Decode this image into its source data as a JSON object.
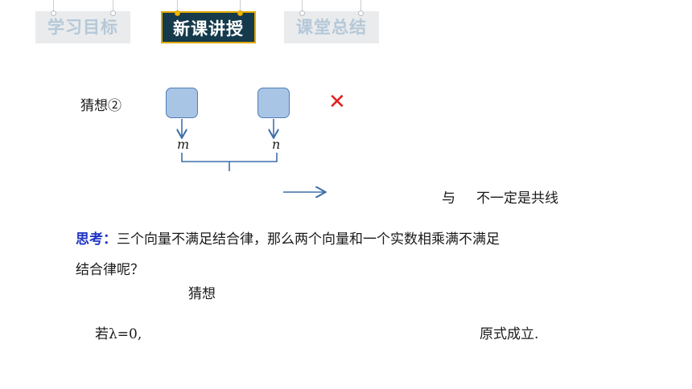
{
  "tabs": [
    {
      "label": "学习目标",
      "active": false
    },
    {
      "label": "新课讲授",
      "active": true
    },
    {
      "label": "课堂总结",
      "active": false
    }
  ],
  "content": {
    "conjecture_label": "猜想②",
    "wrong_mark": "✕",
    "var_m": "m",
    "var_n": "n",
    "collinear_connector": "与",
    "collinear_text": "不一定是共线",
    "think_label": "思考：",
    "think_line1": "三个向量不满足结合律，那么两个向量和一个实数相乘满不满足",
    "think_line2": "结合律呢？",
    "conjecture2": "猜想",
    "case_lambda": "若λ=0,",
    "holds_text": "原式成立."
  },
  "colors": {
    "tab_active_bg": "#143a4c",
    "tab_active_border": "#e0a800",
    "tab_inactive_bg": "#e9ebed",
    "tab_inactive_text": "#b5c8d8",
    "box_fill": "#a9c5e6",
    "box_border": "#4f7db3",
    "think_blue": "#1f36c4",
    "cross_red": "#e02020"
  }
}
